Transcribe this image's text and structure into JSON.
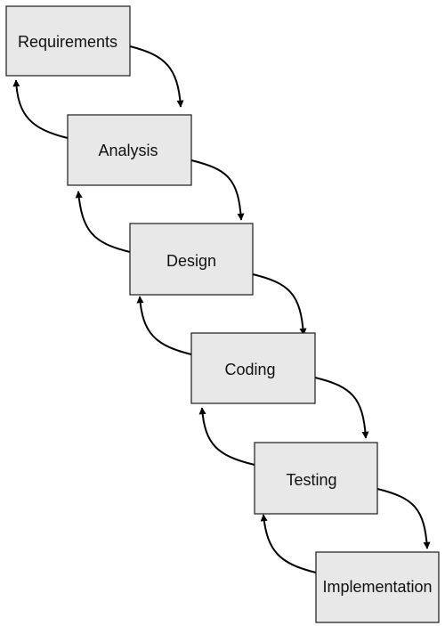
{
  "stages": [
    {
      "label": "Requirements"
    },
    {
      "label": "Analysis"
    },
    {
      "label": "Design"
    },
    {
      "label": "Coding"
    },
    {
      "label": "Testing"
    },
    {
      "label": "Implementation"
    }
  ],
  "colors": {
    "box_fill": "#e8e8e8",
    "box_border": "#1a1a1a",
    "arrow": "#000000",
    "text": "#111111"
  }
}
